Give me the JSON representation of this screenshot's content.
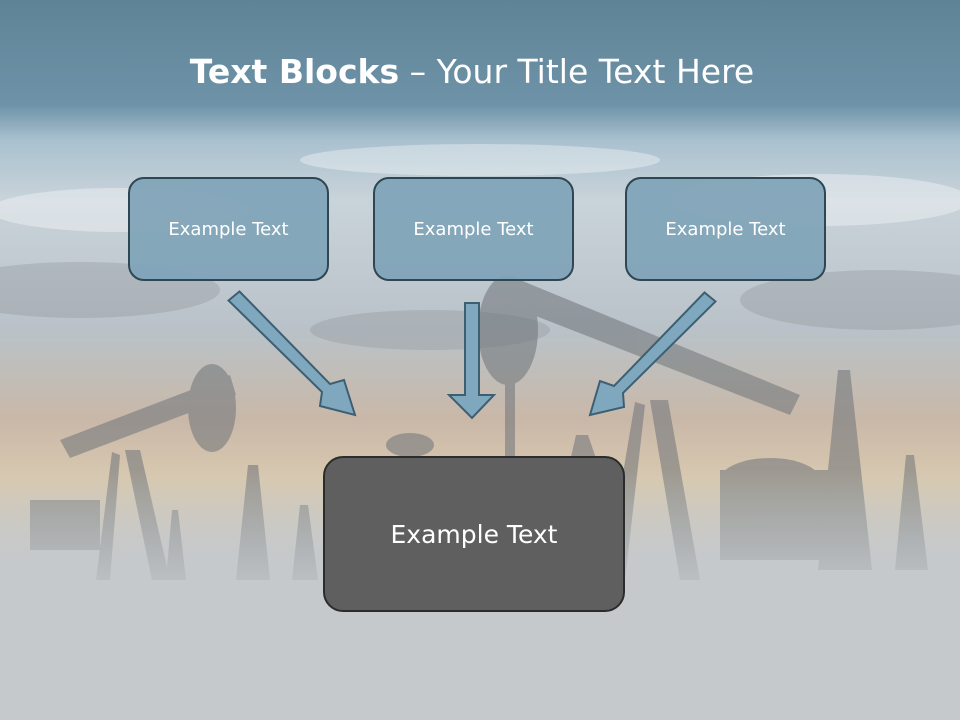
{
  "title": {
    "bold": "Text Blocks",
    "rest": " – Your Title Text Here"
  },
  "blocks": [
    {
      "label": "Example Text"
    },
    {
      "label": "Example Text"
    },
    {
      "label": "Example Text"
    }
  ],
  "target": {
    "label": "Example Text"
  },
  "colors": {
    "small_box_fill": "#80a4b8",
    "big_box_fill": "#5f5f5f",
    "arrow_fill": "#7fa8bf",
    "outline": "#2f4654"
  }
}
